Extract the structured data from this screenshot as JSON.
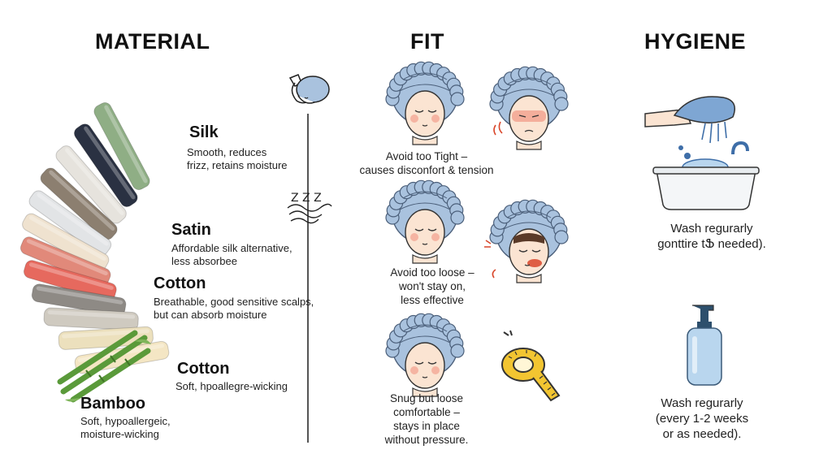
{
  "headings": {
    "material": "MATERIAL",
    "fit": "FIT",
    "hygiene": "HYGIENE"
  },
  "materials": [
    {
      "name": "Silk",
      "desc_line1": "Smooth, reduces",
      "desc_line2": "frizz, retains moisture"
    },
    {
      "name": "Satin",
      "desc_line1": "Affordable silk alternative,",
      "desc_line2": "less absorbee"
    },
    {
      "name": "Cotton",
      "desc_line1": "Breathable, good sensitive scalps,",
      "desc_line2": "but can absorb moisture"
    },
    {
      "name": "Cotton",
      "desc_line1": "Soft, hpoallegre-wicking",
      "desc_line2": ""
    },
    {
      "name": "Bamboo",
      "desc_line1": "Soft, hypoallergeic,",
      "desc_line2": "moisture-wicking"
    }
  ],
  "sleep_icon_text": "Z Z Z",
  "fit": {
    "tight": {
      "line1": "Avoid too Tight –",
      "line2": "causes disconfort & tension"
    },
    "loose": {
      "line1": "Avoid too loose –",
      "line2": "won't stay on,",
      "line3": "less effective"
    },
    "snug": {
      "line1": "Snug but loose",
      "line2": "comfortable –",
      "line3": "stays in place",
      "line4": "without pressure."
    }
  },
  "hygiene": {
    "wash1": {
      "line1": "Wash regurarly",
      "line2": "gonttire tՖ needed)."
    },
    "wash2": {
      "line1": "Wash regurarly",
      "line2": "(every 1-2 weeks",
      "line3": "or as needed)."
    }
  },
  "colors": {
    "cap_blue": "#a9c2de",
    "cap_outline": "#4b5f7a",
    "skin": "#fbe4d2",
    "blush": "#f2a08d",
    "bottle": "#b9d6ee",
    "tape_yellow": "#f2c531",
    "bamboo_green": "#5a9a3a"
  },
  "fabric_colors": [
    "#8fae85",
    "#2a3142",
    "#e6e3dd",
    "#8c7f70",
    "#e2e4e6",
    "#efe2cf",
    "#e1897a",
    "#e6695e",
    "#8e8a85",
    "#cfcac0",
    "#ece0bd",
    "#f4e6c4"
  ]
}
